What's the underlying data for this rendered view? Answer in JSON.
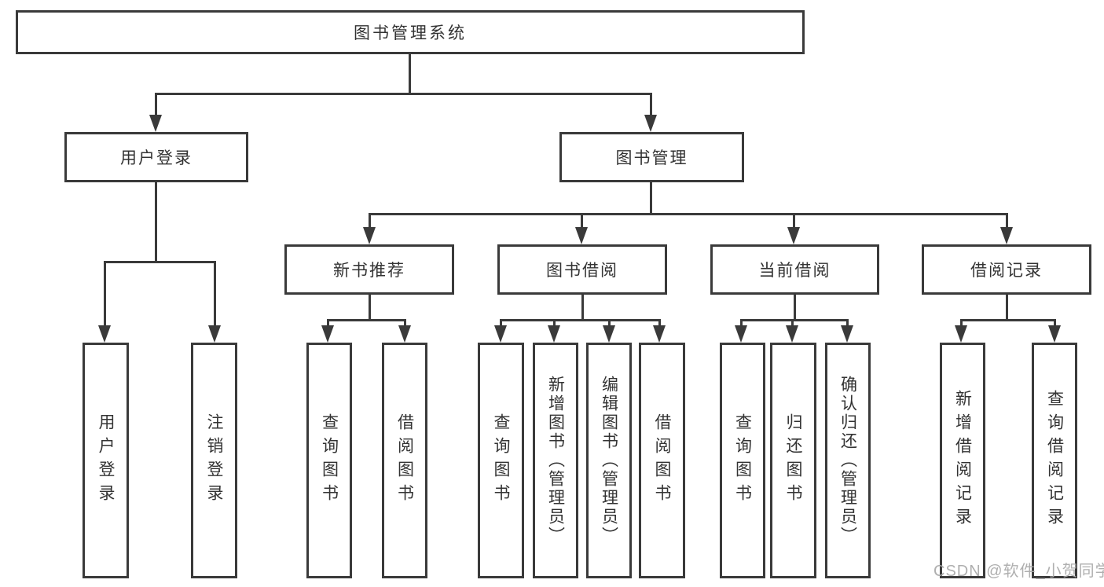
{
  "diagram": {
    "colors": {
      "line": "#3a3a3a",
      "box_border": "#3a3a3a",
      "text": "#333333",
      "background": "#ffffff",
      "watermark": "#a8a8a8"
    },
    "nodes": {
      "root": "图书管理系统",
      "l2_user_login": "用户登录",
      "l2_book_mgmt": "图书管理",
      "l3_new_book_rec": "新书推荐",
      "l3_book_borrow": "图书借阅",
      "l3_current_borrow": "当前借阅",
      "l3_borrow_record": "借阅记录",
      "leaf_user_login": "用户登录",
      "leaf_logout": "注销登录",
      "leaf_rec_query_book": "查询图书",
      "leaf_rec_borrow_book": "借阅图书",
      "leaf_bb_query_book": "查询图书",
      "leaf_bb_add_book_admin": "新增图书（管理员）",
      "leaf_bb_edit_book_admin": "编辑图书（管理员）",
      "leaf_bb_borrow_book": "借阅图书",
      "leaf_cb_query_book": "查询图书",
      "leaf_cb_return_book": "归还图书",
      "leaf_cb_confirm_return_admin": "确认归还（管理员）",
      "leaf_br_add_record": "新增借阅记录",
      "leaf_br_query_record": "查询借阅记录"
    },
    "watermark": "CSDN @软件_小贺同学"
  }
}
